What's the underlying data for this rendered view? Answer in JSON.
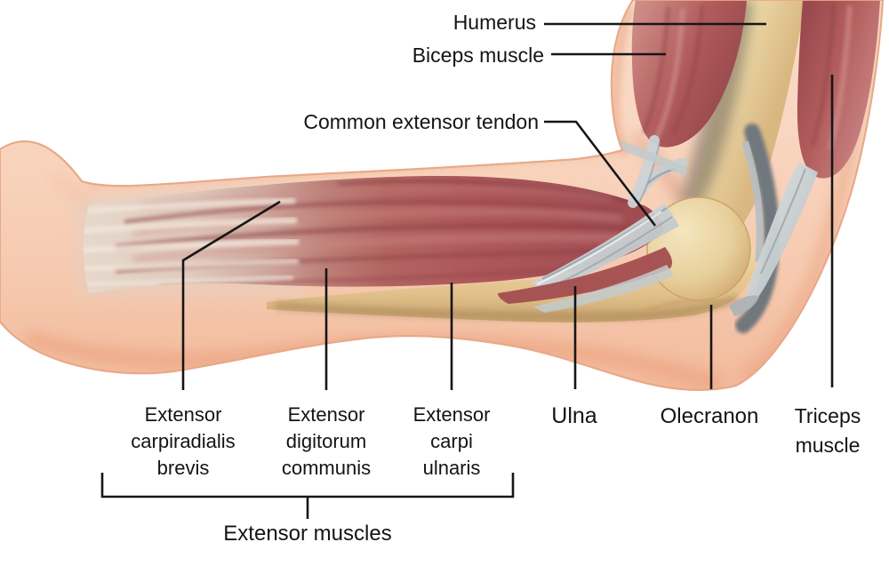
{
  "diagram": {
    "type": "anatomical-illustration",
    "subject": "elbow and forearm muscle anatomy, lateral view",
    "labels": {
      "humerus": "Humerus",
      "biceps_muscle": "Biceps muscle",
      "common_extensor_tendon": "Common extensor tendon",
      "extensor_carpiradialis_brevis": "Extensor\ncarpiradialis\nbrevis",
      "extensor_digitorum_communis": "Extensor\ndigitorum\ncommunis",
      "extensor_carpi_ulnaris": "Extensor\ncarpi\nulnaris",
      "ulna": "Ulna",
      "olecranon": "Olecranon",
      "triceps_muscle": "Triceps\nmuscle",
      "extensor_muscles": "Extensor muscles"
    },
    "colors": {
      "background": "#ffffff",
      "skin_light": "#f9d7c2",
      "skin_mid": "#f4c3a6",
      "skin_shadow": "#eda183",
      "muscle_red": "#b25b5b",
      "muscle_dark": "#8e4046",
      "muscle_highlight": "#cf8c88",
      "fascia_pale": "#e4d4c8",
      "bone_tan": "#ecd7a7",
      "bone_shadow": "#c2a06b",
      "tendon_gray": "#c2cacd",
      "tendon_light": "#e2e6e7",
      "cartilage_dark": "#6f777d",
      "leader_line": "#161616",
      "label_text": "#141414"
    }
  }
}
